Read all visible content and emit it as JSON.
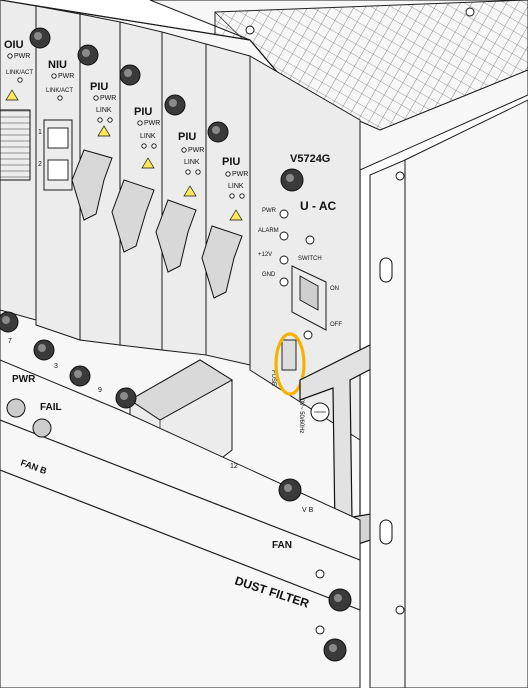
{
  "labels": {
    "oiu": "OIU",
    "niu": "NIU",
    "piu": "PIU",
    "pwr": "PWR",
    "link": "LINK",
    "link_act": "LINK/ACT",
    "one": "1",
    "two": "2",
    "model": "V5724G",
    "psu_type": "U - AC",
    "alarm": "ALARM",
    "plus12v": "+12V",
    "gnd": "GND",
    "switch": "SWITCH",
    "on": "ON",
    "off": "OFF",
    "fail": "FAIL",
    "fan_b": "FAN B",
    "fan": "FAN",
    "dust_filter": "DUST FILTER",
    "slot_7": "7",
    "slot_3": "3",
    "slot_9": "9",
    "slot_12": "12",
    "v_b": "V B",
    "input_rating": "100-240V~ 50/60Hz",
    "fuse_note": "FUSE"
  },
  "colors": {
    "highlight": "#f2b400",
    "warning_label": "#ffe85a",
    "line": "#1a1a1a"
  }
}
